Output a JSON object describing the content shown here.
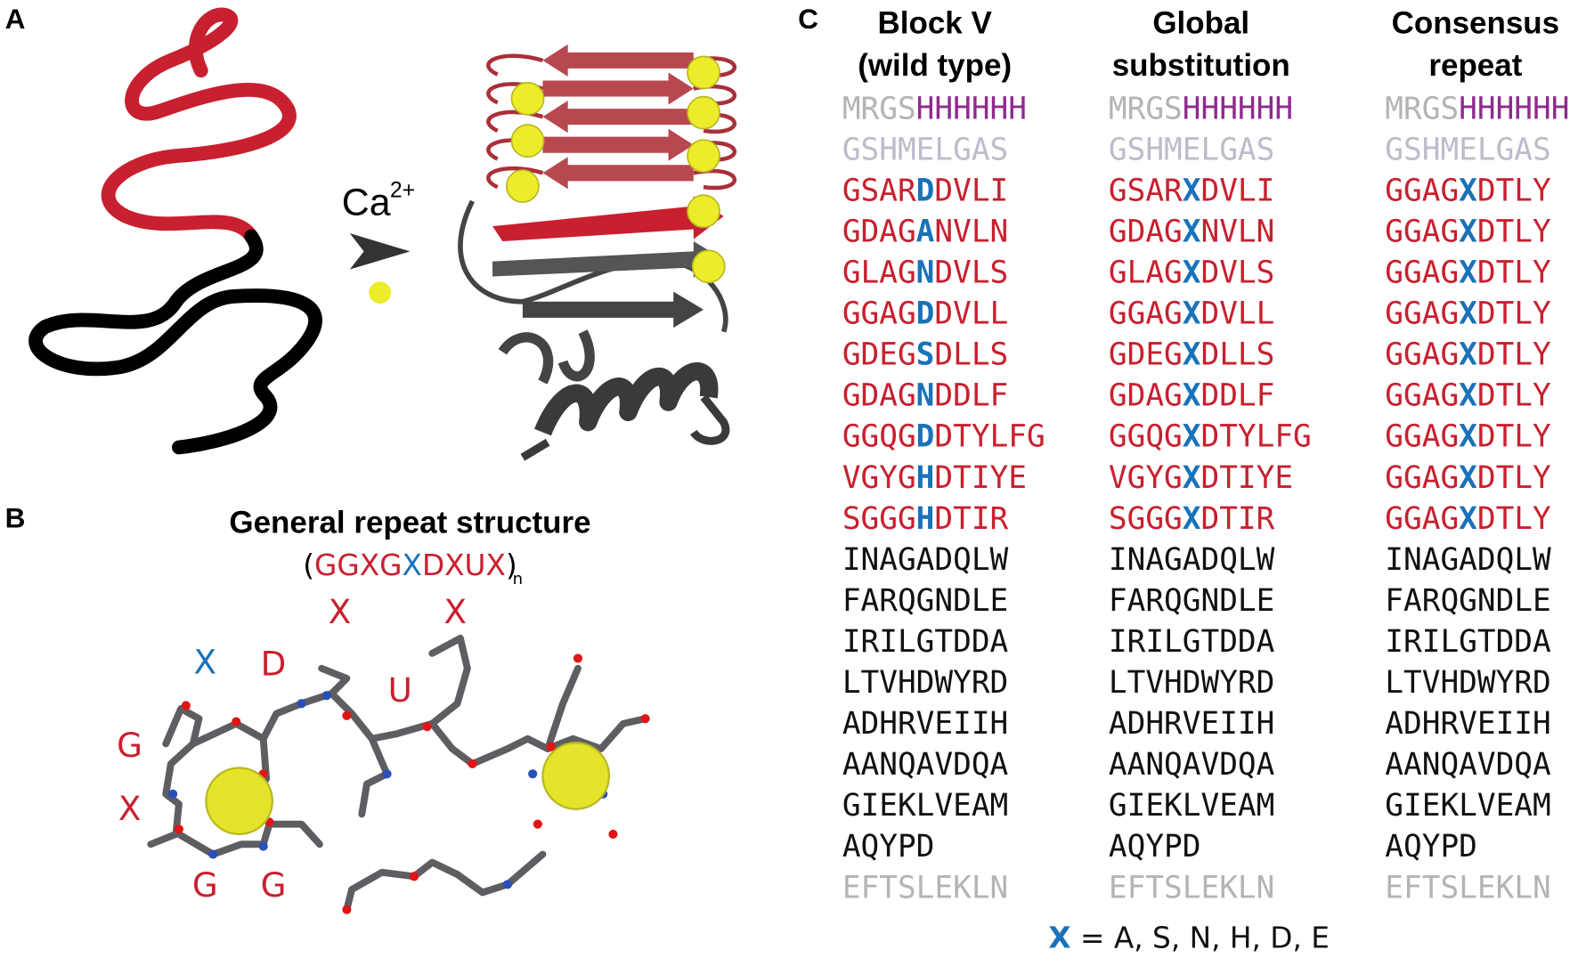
{
  "panels": {
    "a": {
      "label": "A",
      "ion_label": "Ca",
      "ion_charge": "2+"
    },
    "b": {
      "label": "B",
      "title": "General repeat structure",
      "motif": [
        {
          "text": "(",
          "color": "#000000"
        },
        {
          "text": "GGXG",
          "color": "#c8202f"
        },
        {
          "text": "X",
          "color": "#1a72b8"
        },
        {
          "text": "DXUX",
          "color": "#c8202f"
        },
        {
          "text": ")",
          "color": "#000000"
        }
      ],
      "motif_subscript": "n",
      "residue_labels": [
        "X",
        "D",
        "X",
        "U",
        "X",
        "G",
        "X",
        "G",
        "G"
      ]
    },
    "c": {
      "label": "C",
      "columns": [
        {
          "header": [
            "Block V",
            "(wild type)"
          ],
          "rows": [
            [
              [
                "MRGS",
                "gray"
              ],
              [
                "HHHHHH",
                "purple"
              ]
            ],
            [
              [
                "GSHMELGAS",
                "lightgray"
              ]
            ],
            [
              [
                "GSAR",
                "red"
              ],
              [
                "D",
                "blue"
              ],
              [
                "DVLI",
                "red"
              ]
            ],
            [
              [
                "GDAG",
                "red"
              ],
              [
                "A",
                "blue"
              ],
              [
                "NVLN",
                "red"
              ]
            ],
            [
              [
                "GLAG",
                "red"
              ],
              [
                "N",
                "blue"
              ],
              [
                "DVLS",
                "red"
              ]
            ],
            [
              [
                "GGAG",
                "red"
              ],
              [
                "D",
                "blue"
              ],
              [
                "DVLL",
                "red"
              ]
            ],
            [
              [
                "GDEG",
                "red"
              ],
              [
                "S",
                "blue"
              ],
              [
                "DLLS",
                "red"
              ]
            ],
            [
              [
                "GDAG",
                "red"
              ],
              [
                "N",
                "blue"
              ],
              [
                "DDLF",
                "red"
              ]
            ],
            [
              [
                "GGQG",
                "red"
              ],
              [
                "D",
                "blue"
              ],
              [
                "DTYLFG",
                "red"
              ]
            ],
            [
              [
                "VGYG",
                "red"
              ],
              [
                "H",
                "blue"
              ],
              [
                "DTIYE",
                "red"
              ]
            ],
            [
              [
                "SGGG",
                "red"
              ],
              [
                "H",
                "blue"
              ],
              [
                "DTIR",
                "red"
              ]
            ],
            [
              [
                "INAGADQLW",
                "black"
              ]
            ],
            [
              [
                "FARQGNDLE",
                "black"
              ]
            ],
            [
              [
                "IRILGTDDA",
                "black"
              ]
            ],
            [
              [
                "LTVHDWYRD",
                "black"
              ]
            ],
            [
              [
                "ADHRVEIIH",
                "black"
              ]
            ],
            [
              [
                "AANQAVDQA",
                "black"
              ]
            ],
            [
              [
                "GIEKLVEAM",
                "black"
              ]
            ],
            [
              [
                "AQYPD",
                "black"
              ]
            ],
            [
              [
                "EFTSLEKLN",
                "gray"
              ]
            ]
          ]
        },
        {
          "header": [
            "Global",
            "substitution"
          ],
          "rows": [
            [
              [
                "MRGS",
                "gray"
              ],
              [
                "HHHHHH",
                "purple"
              ]
            ],
            [
              [
                "GSHMELGAS",
                "lightgray"
              ]
            ],
            [
              [
                "GSAR",
                "red"
              ],
              [
                "X",
                "blue"
              ],
              [
                "DVLI",
                "red"
              ]
            ],
            [
              [
                "GDAG",
                "red"
              ],
              [
                "X",
                "blue"
              ],
              [
                "NVLN",
                "red"
              ]
            ],
            [
              [
                "GLAG",
                "red"
              ],
              [
                "X",
                "blue"
              ],
              [
                "DVLS",
                "red"
              ]
            ],
            [
              [
                "GGAG",
                "red"
              ],
              [
                "X",
                "blue"
              ],
              [
                "DVLL",
                "red"
              ]
            ],
            [
              [
                "GDEG",
                "red"
              ],
              [
                "X",
                "blue"
              ],
              [
                "DLLS",
                "red"
              ]
            ],
            [
              [
                "GDAG",
                "red"
              ],
              [
                "X",
                "blue"
              ],
              [
                "DDLF",
                "red"
              ]
            ],
            [
              [
                "GGQG",
                "red"
              ],
              [
                "X",
                "blue"
              ],
              [
                "DTYLFG",
                "red"
              ]
            ],
            [
              [
                "VGYG",
                "red"
              ],
              [
                "X",
                "blue"
              ],
              [
                "DTIYE",
                "red"
              ]
            ],
            [
              [
                "SGGG",
                "red"
              ],
              [
                "X",
                "blue"
              ],
              [
                "DTIR",
                "red"
              ]
            ],
            [
              [
                "INAGADQLW",
                "black"
              ]
            ],
            [
              [
                "FARQGNDLE",
                "black"
              ]
            ],
            [
              [
                "IRILGTDDA",
                "black"
              ]
            ],
            [
              [
                "LTVHDWYRD",
                "black"
              ]
            ],
            [
              [
                "ADHRVEIIH",
                "black"
              ]
            ],
            [
              [
                "AANQAVDQA",
                "black"
              ]
            ],
            [
              [
                "GIEKLVEAM",
                "black"
              ]
            ],
            [
              [
                "AQYPD",
                "black"
              ]
            ],
            [
              [
                "EFTSLEKLN",
                "gray"
              ]
            ]
          ]
        },
        {
          "header": [
            "Consensus",
            "repeat"
          ],
          "rows": [
            [
              [
                "MRGS",
                "gray"
              ],
              [
                "HHHHHH",
                "purple"
              ]
            ],
            [
              [
                "GSHMELGAS",
                "lightgray"
              ]
            ],
            [
              [
                "GGAG",
                "red"
              ],
              [
                "X",
                "blue"
              ],
              [
                "DTLY",
                "red"
              ]
            ],
            [
              [
                "GGAG",
                "red"
              ],
              [
                "X",
                "blue"
              ],
              [
                "DTLY",
                "red"
              ]
            ],
            [
              [
                "GGAG",
                "red"
              ],
              [
                "X",
                "blue"
              ],
              [
                "DTLY",
                "red"
              ]
            ],
            [
              [
                "GGAG",
                "red"
              ],
              [
                "X",
                "blue"
              ],
              [
                "DTLY",
                "red"
              ]
            ],
            [
              [
                "GGAG",
                "red"
              ],
              [
                "X",
                "blue"
              ],
              [
                "DTLY",
                "red"
              ]
            ],
            [
              [
                "GGAG",
                "red"
              ],
              [
                "X",
                "blue"
              ],
              [
                "DTLY",
                "red"
              ]
            ],
            [
              [
                "GGAG",
                "red"
              ],
              [
                "X",
                "blue"
              ],
              [
                "DTLY",
                "red"
              ]
            ],
            [
              [
                "GGAG",
                "red"
              ],
              [
                "X",
                "blue"
              ],
              [
                "DTLY",
                "red"
              ]
            ],
            [
              [
                "GGAG",
                "red"
              ],
              [
                "X",
                "blue"
              ],
              [
                "DTLY",
                "red"
              ]
            ],
            [
              [
                "INAGADQLW",
                "black"
              ]
            ],
            [
              [
                "FARQGNDLE",
                "black"
              ]
            ],
            [
              [
                "IRILGTDDA",
                "black"
              ]
            ],
            [
              [
                "LTVHDWYRD",
                "black"
              ]
            ],
            [
              [
                "ADHRVEIIH",
                "black"
              ]
            ],
            [
              [
                "AANQAVDQA",
                "black"
              ]
            ],
            [
              [
                "GIEKLVEAM",
                "black"
              ]
            ],
            [
              [
                "AQYPD",
                "black"
              ]
            ],
            [
              [
                "EFTSLEKLN",
                "gray"
              ]
            ]
          ]
        }
      ],
      "legend": {
        "symbol": "X",
        "text": " = A, S, N, H, D, E"
      }
    }
  },
  "colors": {
    "red": "#c8202f",
    "blue": "#1a72b8",
    "purple": "#8e2a8e",
    "gray": "#b4b4b4",
    "lightgray": "#bdbccb",
    "black": "#111111",
    "calcium": "#ecec2a"
  }
}
